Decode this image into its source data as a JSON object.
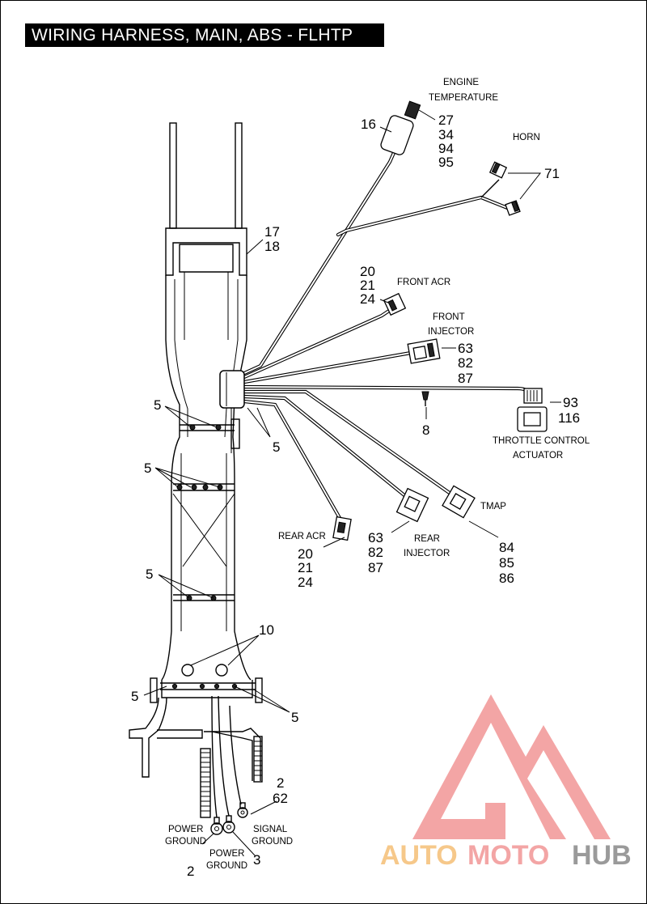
{
  "title": "WIRING HARNESS, MAIN, ABS - FLHTP",
  "labels": {
    "engine_temperature_1": "ENGINE",
    "engine_temperature_2": "TEMPERATURE",
    "horn": "HORN",
    "front_acr": "FRONT ACR",
    "front_injector_1": "FRONT",
    "front_injector_2": "INJECTOR",
    "throttle_1": "THROTTLE CONTROL",
    "throttle_2": "ACTUATOR",
    "tmap": "TMAP",
    "rear_acr": "REAR ACR",
    "rear_injector_1": "REAR",
    "rear_injector_2": "INJECTOR",
    "power_ground_a_1": "POWER",
    "power_ground_a_2": "GROUND",
    "power_ground_b_1": "POWER",
    "power_ground_b_2": "GROUND",
    "signal_ground_1": "SIGNAL",
    "signal_ground_2": "GROUND"
  },
  "callouts": {
    "n27": "27",
    "n34": "34",
    "n94": "94",
    "n95": "95",
    "n16": "16",
    "n71": "71",
    "n17": "17",
    "n18": "18",
    "fa20": "20",
    "fa21": "21",
    "fa24": "24",
    "fi63": "63",
    "fi82": "82",
    "fi87": "87",
    "n93": "93",
    "n116": "116",
    "n8": "8",
    "n5a": "5",
    "n5b": "5",
    "n5c": "5",
    "n5d": "5",
    "n5e": "5",
    "n5f": "5",
    "n10": "10",
    "ra20": "20",
    "ra21": "21",
    "ra24": "24",
    "ri63": "63",
    "ri82": "82",
    "ri87": "87",
    "t84": "84",
    "t85": "85",
    "t86": "86",
    "sg2": "2",
    "sg62": "62",
    "pg2": "2",
    "pg3": "3"
  },
  "watermark": {
    "part1": "AUTO",
    "part2": "MOTO",
    "part3": "HUB"
  }
}
